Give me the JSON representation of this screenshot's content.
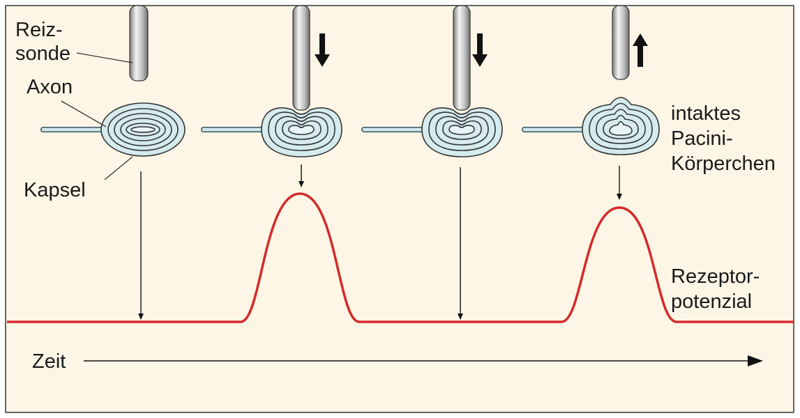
{
  "labels": {
    "probe_line1": "Reiz-",
    "probe_line2": "sonde",
    "axon": "Axon",
    "capsule": "Kapsel",
    "corpuscle_line1": "intaktes",
    "corpuscle_line2": "Pacini-",
    "corpuscle_line3": "Körperchen",
    "potential_line1": "Rezeptor-",
    "potential_line2": "potenzial",
    "time": "Zeit"
  },
  "stages": [
    {
      "probe_motion": "rest",
      "capsule_state": "undeformed",
      "receptor_potential": "none"
    },
    {
      "probe_motion": "down",
      "capsule_state": "indented",
      "receptor_potential": "peak"
    },
    {
      "probe_motion": "down",
      "capsule_state": "indented",
      "receptor_potential": "none"
    },
    {
      "probe_motion": "up",
      "capsule_state": "rebounding",
      "receptor_potential": "peak"
    }
  ],
  "colors": {
    "background": "#fdf6e6",
    "frame": "#333333",
    "potential_line": "#d42a2a",
    "capsule_fill": "#d5ebee",
    "probe": "#c9c9c9"
  }
}
